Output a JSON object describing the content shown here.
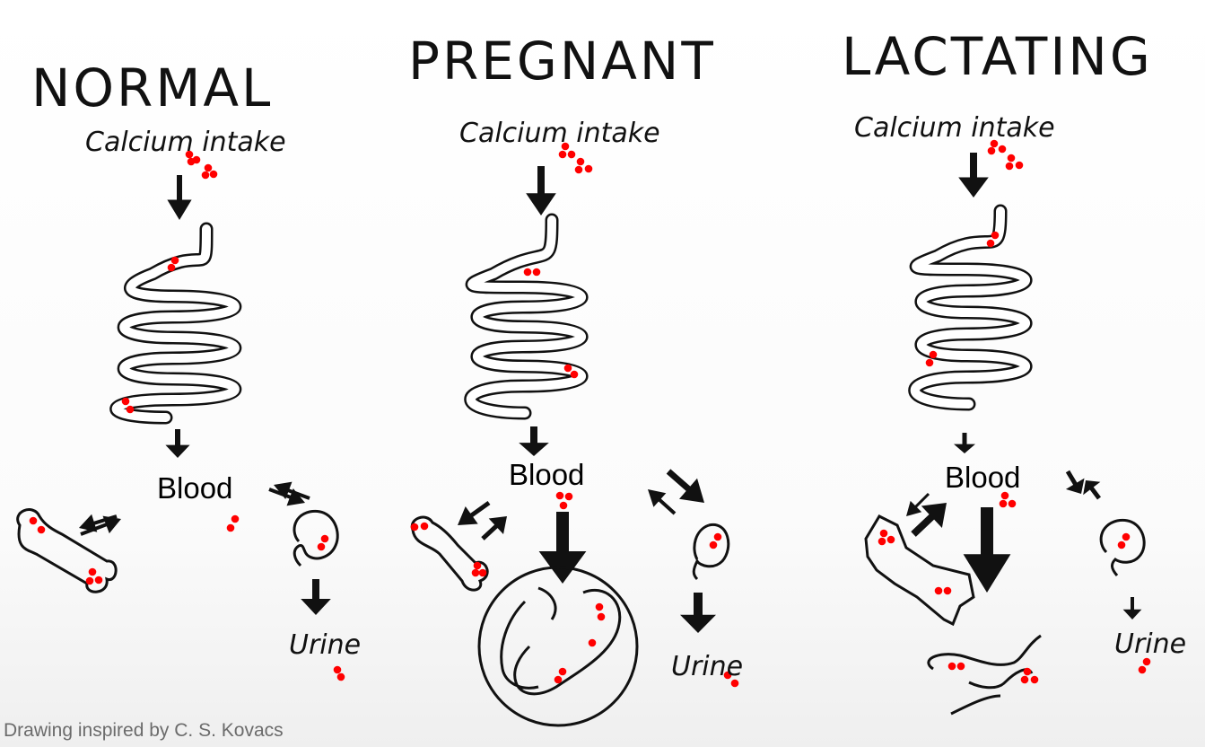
{
  "columns": [
    {
      "title": "NORMAL",
      "intake": "Calcium intake",
      "blood": "Blood",
      "urine": "Urine"
    },
    {
      "title": "PREGNANT",
      "intake": "Calcium intake",
      "blood": "Blood",
      "urine": "Urine"
    },
    {
      "title": "LACTATING",
      "intake": "Calcium intake",
      "blood": "Blood",
      "urine": "Urine"
    }
  ],
  "caption": "Drawing inspired by C. S. Kovacs",
  "colors": {
    "calcium": "#ff0000",
    "ink": "#111111"
  }
}
